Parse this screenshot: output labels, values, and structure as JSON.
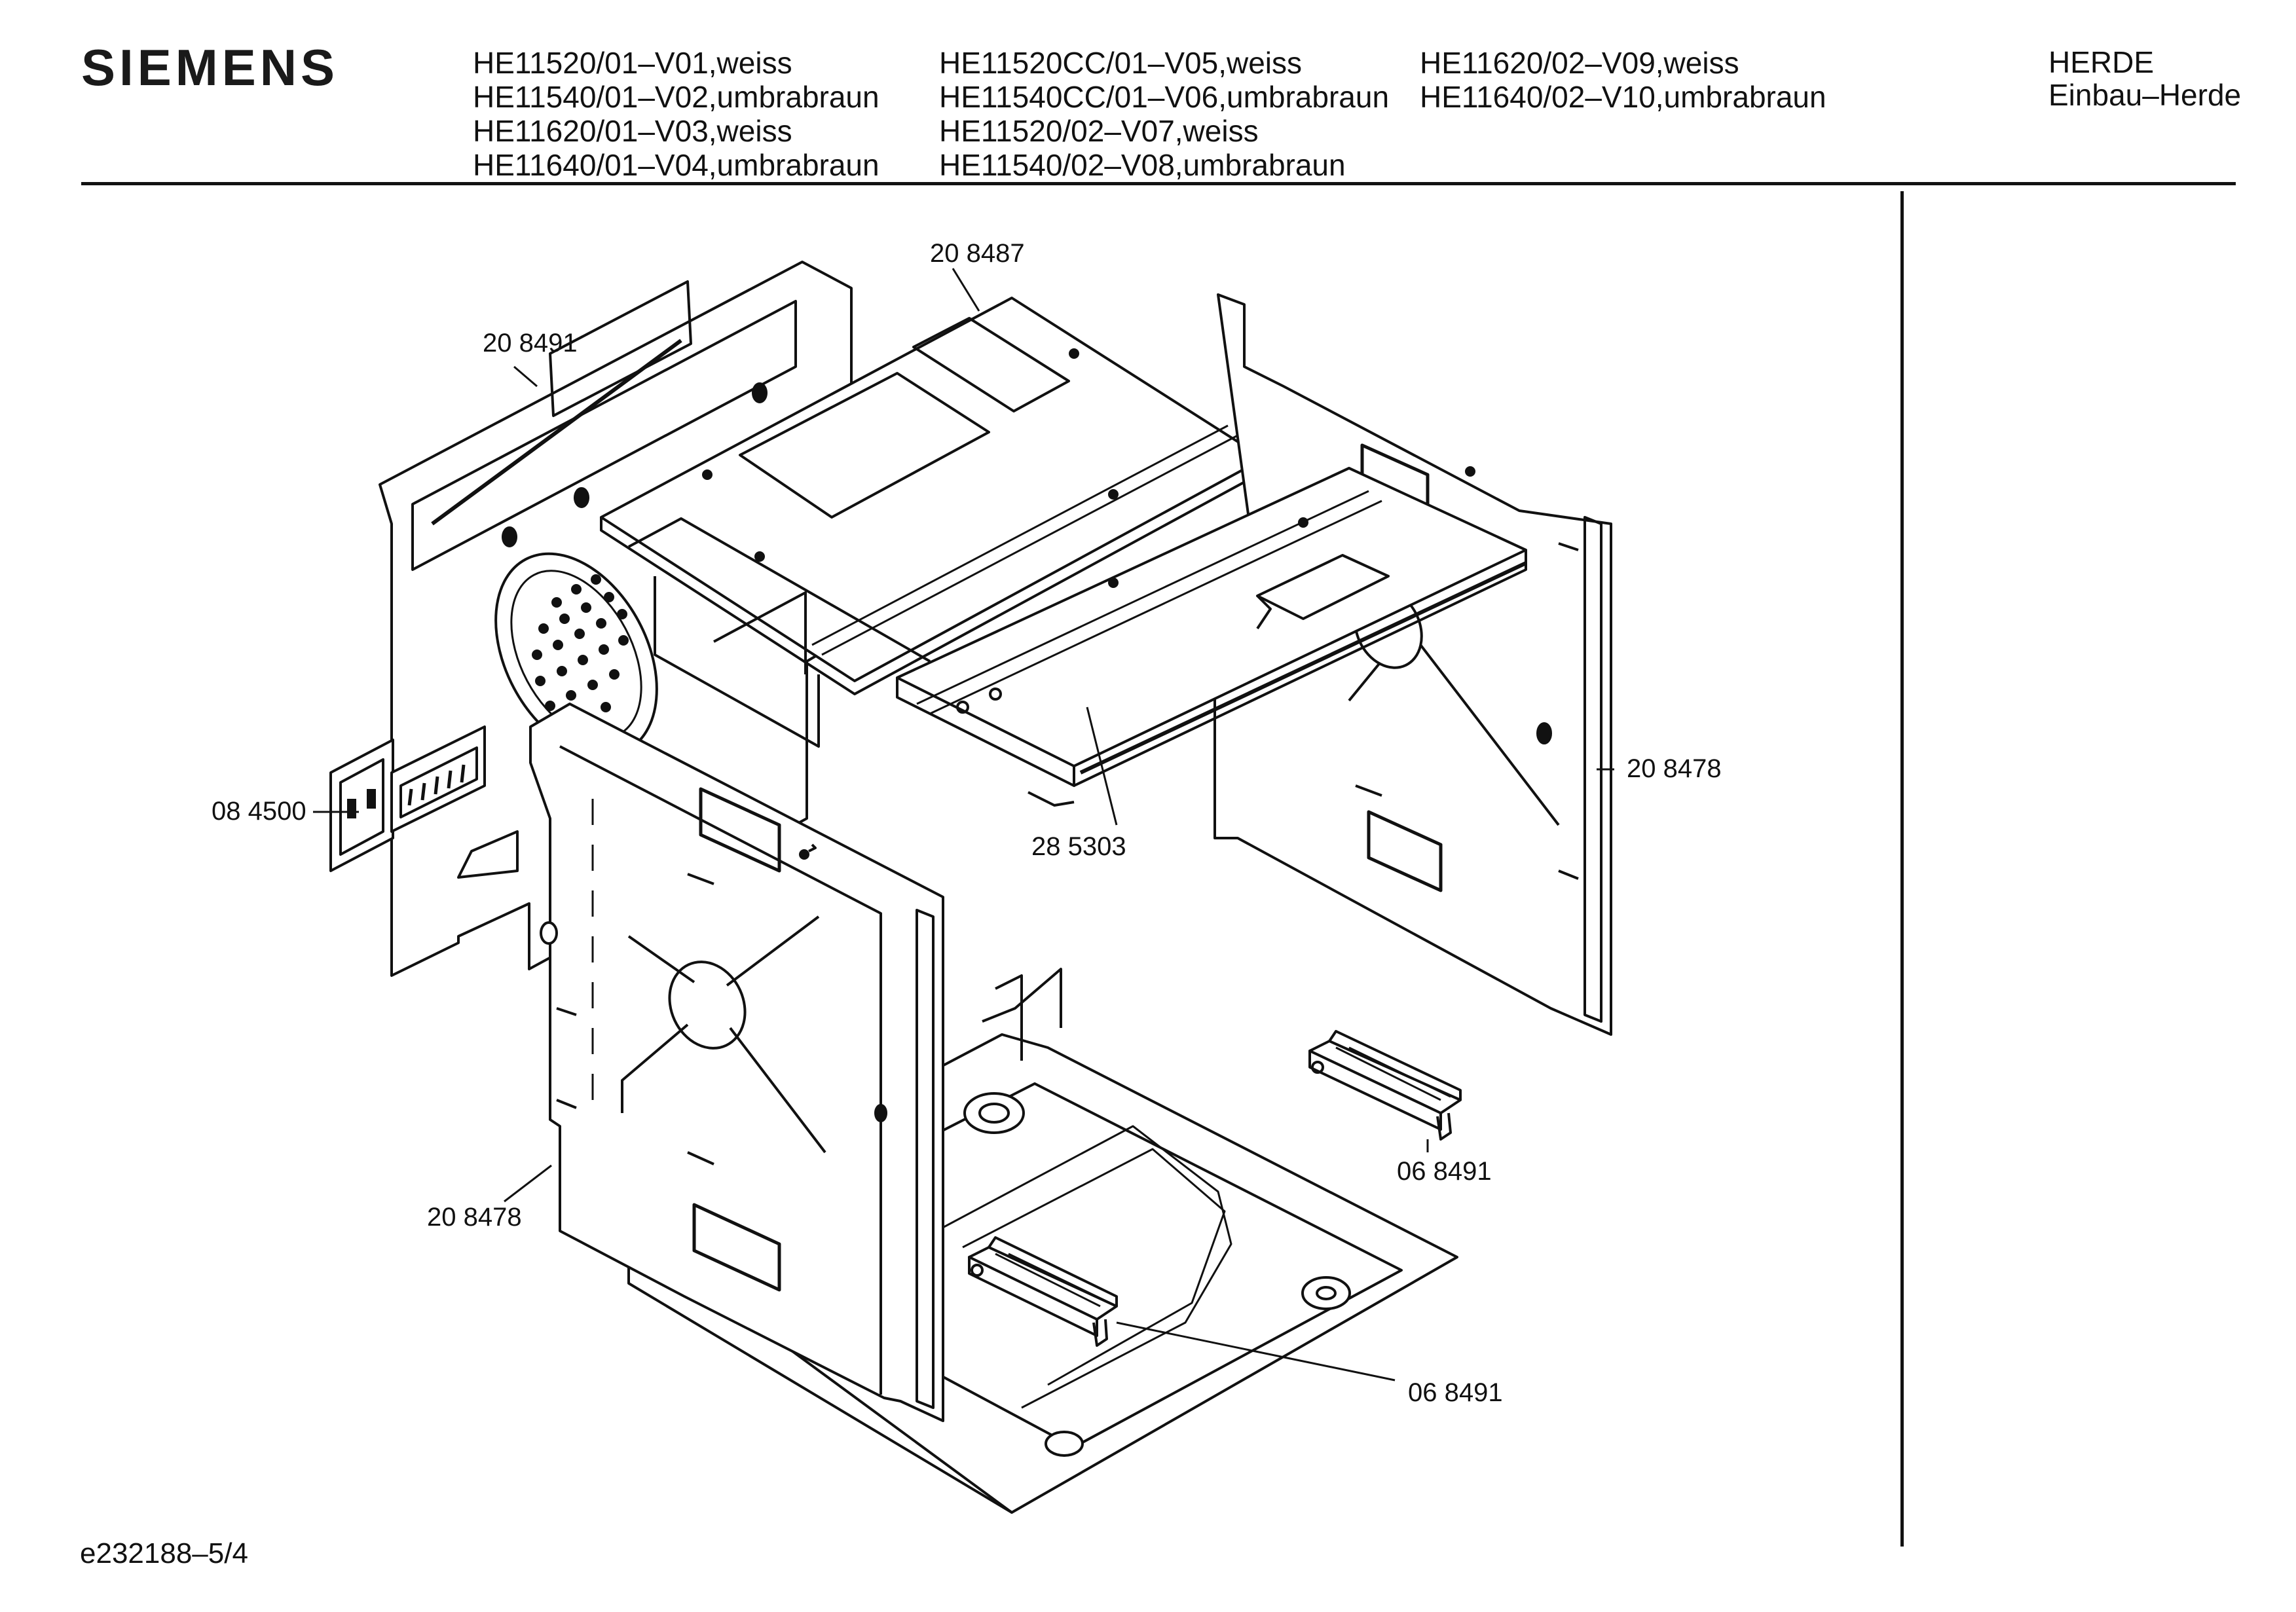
{
  "brand": "SIEMENS",
  "models": {
    "col1": [
      "HE11520/01–V01,weiss",
      "HE11540/01–V02,umbrabraun",
      "HE11620/01–V03,weiss",
      "HE11640/01–V04,umbrabraun"
    ],
    "col2": [
      "HE11520CC/01–V05,weiss",
      "HE11540CC/01–V06,umbrabraun",
      "HE11520/02–V07,weiss",
      "HE11540/02–V08,umbrabraun"
    ],
    "col3": [
      "HE11620/02–V09,weiss",
      "HE11640/02–V10,umbrabraun"
    ]
  },
  "category": {
    "line1": "HERDE",
    "line2": "Einbau–Herde"
  },
  "parts": {
    "top_panel": "20 8487",
    "back_panel": "20 8491",
    "fan_cover": "08 4500",
    "side_right": "20 8478",
    "side_left": "20 8478",
    "rail_support": "28 5303",
    "clip_right": "06 8491",
    "clip_bottom": "06 8491"
  },
  "footer": {
    "code": "e232188–5/4"
  }
}
